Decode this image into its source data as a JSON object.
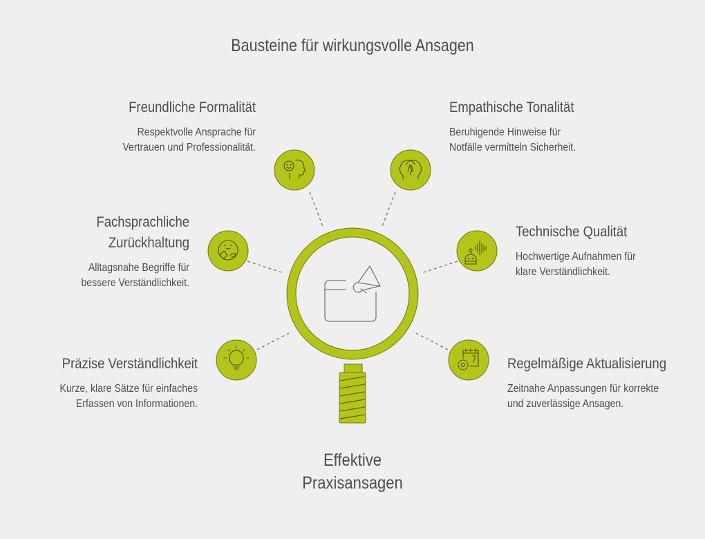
{
  "title": "Bausteine für wirkungsvolle Ansagen",
  "center": {
    "label_line1": "Effektive",
    "label_line2": "Praxisansagen",
    "icon": "window-megaphone-icon"
  },
  "colors": {
    "accent": "#b5c41a",
    "accent_stroke": "#6f7a12",
    "background": "#efefef",
    "text": "#4d4d4d",
    "connector": "#666666"
  },
  "items": [
    {
      "id": "freundliche-formalitaet",
      "title": "Freundliche Formalität",
      "description_line1": "Respektvolle Ansprache für",
      "description_line2": "Vertrauen und Professionalität.",
      "icon": "smiling-head-icon",
      "side": "left"
    },
    {
      "id": "empathische-tonalitaet",
      "title": "Empathische Tonalität",
      "description_line1": "Beruhigende Hinweise für",
      "description_line2": "Notfälle vermitteln Sicherheit.",
      "icon": "two-heads-icon",
      "side": "right"
    },
    {
      "id": "fachsprachliche-zurueckhaltung",
      "title_line1": "Fachsprachliche",
      "title_line2": "Zurückhaltung",
      "description_line1": "Alltagsnahe Begriffe für",
      "description_line2": "bessere Verständlichkeit.",
      "icon": "reading-person-icon",
      "side": "left"
    },
    {
      "id": "technische-qualitaet",
      "title": "Technische Qualität",
      "description_line1": "Hochwertige Aufnahmen für",
      "description_line2": "klare Verständlichkeit.",
      "icon": "robot-soundwave-icon",
      "side": "right"
    },
    {
      "id": "praezise-verstaendlichkeit",
      "title": "Präzise Verständlichkeit",
      "description_line1": "Kurze, klare Sätze für einfaches",
      "description_line2": "Erfassen von Informationen.",
      "icon": "lightbulb-icon",
      "side": "left"
    },
    {
      "id": "regelmaessige-aktualisierung",
      "title": "Regelmäßige Aktualisierung",
      "description_line1": "Zeitnahe Anpassungen für korrekte",
      "description_line2": "und zuverlässige Ansagen.",
      "icon": "gear-calendar-icon",
      "side": "right"
    }
  ]
}
